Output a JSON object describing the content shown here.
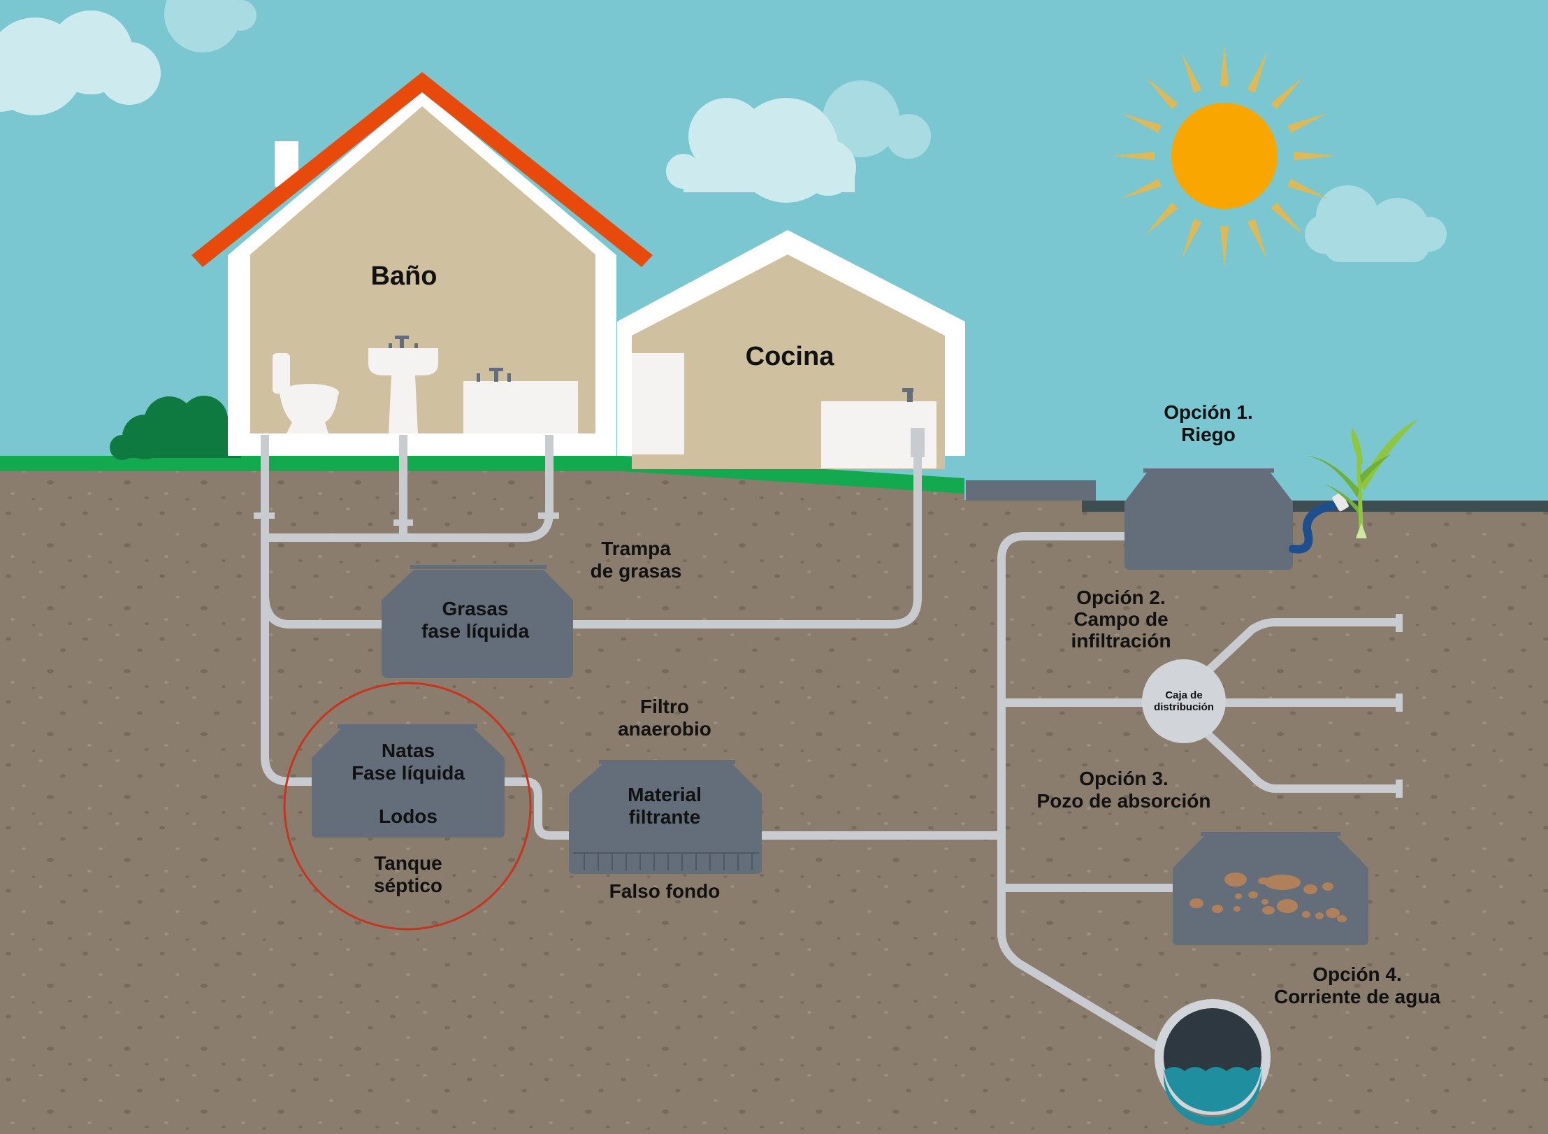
{
  "labels": {
    "bano": "Baño",
    "cocina": "Cocina",
    "trampa_line1": "Trampa",
    "trampa_line2": "de grasas",
    "grasas_line1": "Grasas",
    "grasas_line2": "fase líquida",
    "natas": "Natas",
    "fase_liquida": "Fase líquida",
    "lodos": "Lodos",
    "tanque_line1": "Tanque",
    "tanque_line2": "séptico",
    "filtro_line1": "Filtro",
    "filtro_line2": "anaerobio",
    "material_line1": "Material",
    "material_line2": "filtrante",
    "falso_fondo": "Falso fondo",
    "opcion1_line1": "Opción 1.",
    "opcion1_line2": "Riego",
    "opcion2_line1": "Opción 2.",
    "opcion2_line2": "Campo de",
    "opcion2_line3": "infiltración",
    "caja_line1": "Caja de",
    "caja_line2": "distribución",
    "opcion3_line1": "Opción 3.",
    "opcion3_line2": "Pozo de absorción",
    "opcion4_line1": "Opción 4.",
    "opcion4_line2": "Corriente de agua"
  },
  "colors": {
    "sky": "#7ac7d1",
    "soil": "#8a7d6e",
    "grass": "#12a94f",
    "roof": "#e84a0c",
    "house_wall": "#cfc0a0",
    "tank": "#646e7a",
    "pipe": "#c8ccd0",
    "sun": "#f9a600",
    "sun_rays": "#dfb955",
    "water": "#1f8e9e",
    "highlight_circle": "#c8341e"
  }
}
